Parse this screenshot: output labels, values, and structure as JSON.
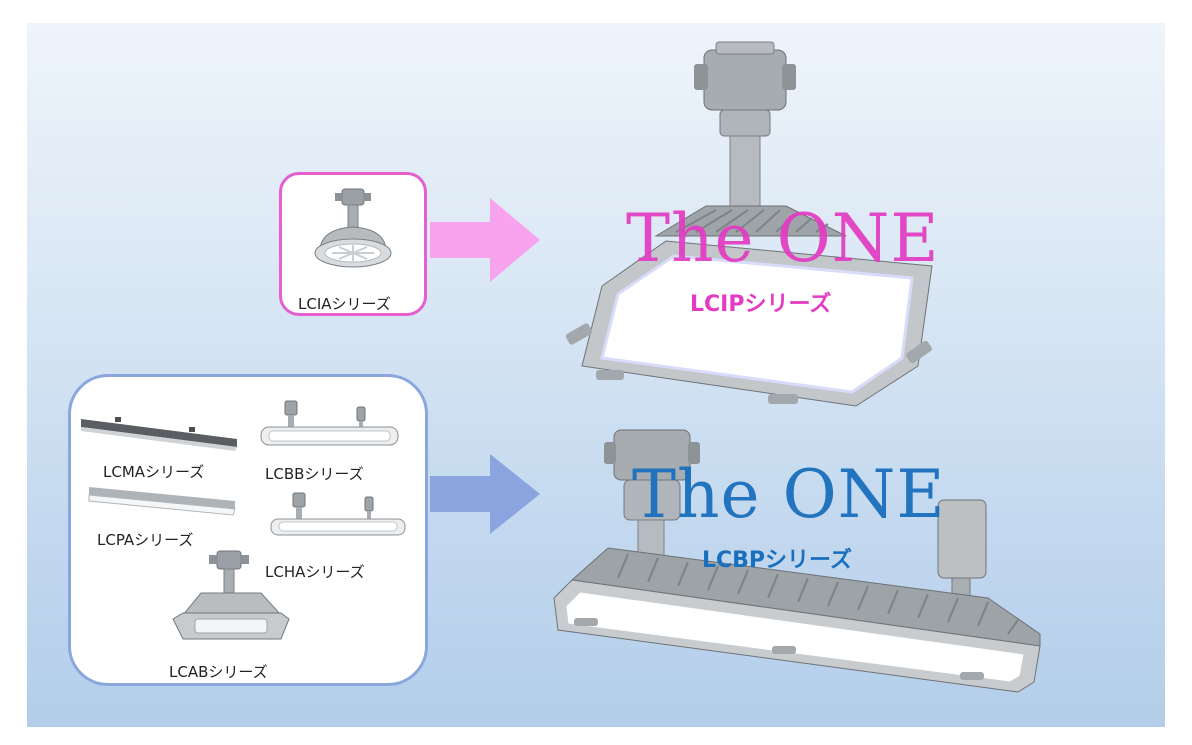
{
  "old_products": {
    "top_group": {
      "label": "LCIAシリーズ"
    },
    "bottom_group": {
      "labels": [
        "LCMAシリーズ",
        "LCBBシリーズ",
        "LCPAシリーズ",
        "LCHAシリーズ",
        "LCABシリーズ"
      ]
    }
  },
  "new_products": {
    "top": {
      "brand": "The ONE",
      "series": "LCIPシリーズ",
      "color": "#e33bc3"
    },
    "bottom": {
      "brand": "The ONE",
      "series": "LCBPシリーズ",
      "color": "#1a6fbd"
    }
  },
  "arrows": {
    "top_color": "#f7a3ee",
    "bottom_color": "#8aa4e0"
  },
  "icons": [
    "round-high-bay-light-icon",
    "linear-light-icon",
    "square-high-bay-light-icon",
    "arrow-right-icon"
  ]
}
